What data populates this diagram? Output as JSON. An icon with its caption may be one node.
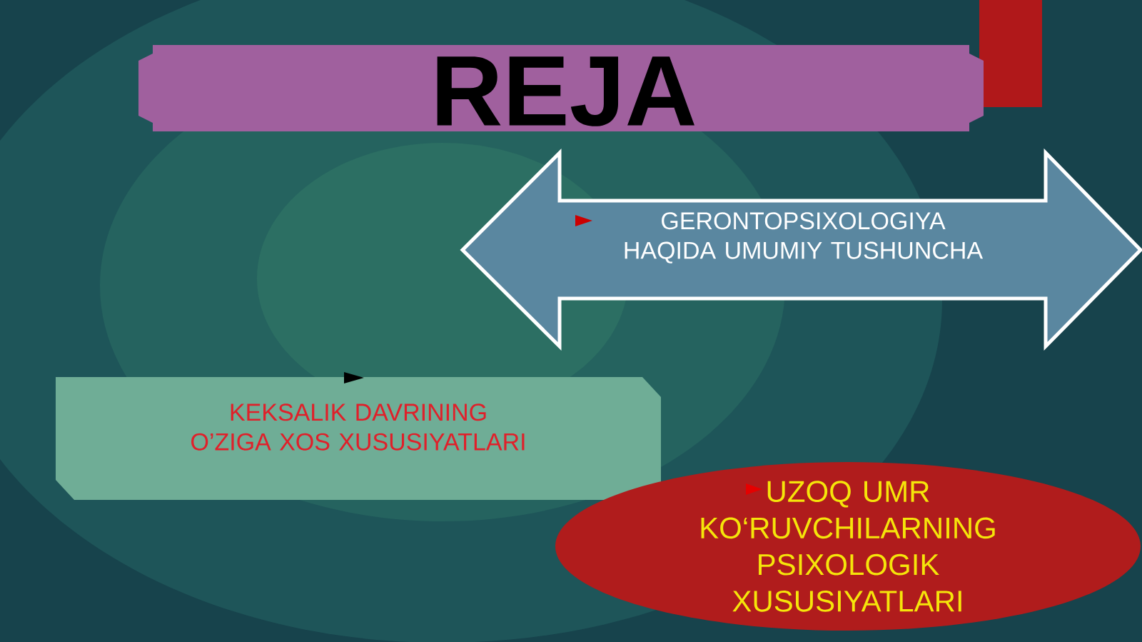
{
  "diagram": {
    "nodes": [
      {
        "text": [
          "REJA"
        ]
      },
      {
        "text": [
          "GERONTOPSIXOLOGIYA HAQIDA UMUMIY TUSHUNCHA"
        ]
      },
      {
        "text": [
          "KEKSALIK DAVRINING O’ZIGA XOS XUSUSIYATLARI"
        ]
      },
      {
        "text": [
          "UZOQ UMR KO‘RUVCHILARNING PSIXOLOGIK XUSUSIYATLARI"
        ]
      }
    ]
  }
}
